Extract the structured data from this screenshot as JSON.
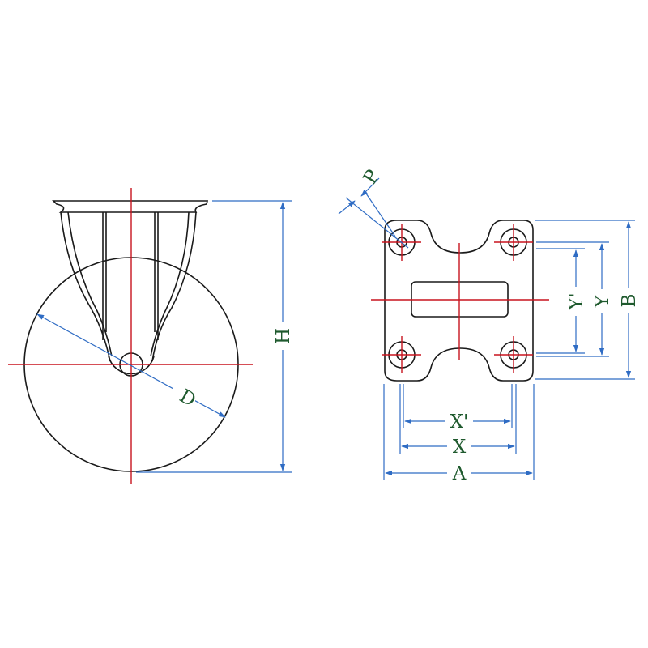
{
  "side_view": {
    "labels": {
      "height": "H",
      "diameter": "D"
    }
  },
  "plate_view": {
    "labels": {
      "hole_diameter": "P",
      "hole_spacing_y_inner": "Y'",
      "hole_spacing_y": "Y",
      "plate_length": "B",
      "hole_spacing_x_inner": "X'",
      "hole_spacing_x": "X",
      "plate_width": "A"
    }
  },
  "colors": {
    "outline": "#1a1a1a",
    "centerline": "#c8141e",
    "dimension": "#2f6cc4",
    "label": "#1f5a2e"
  }
}
